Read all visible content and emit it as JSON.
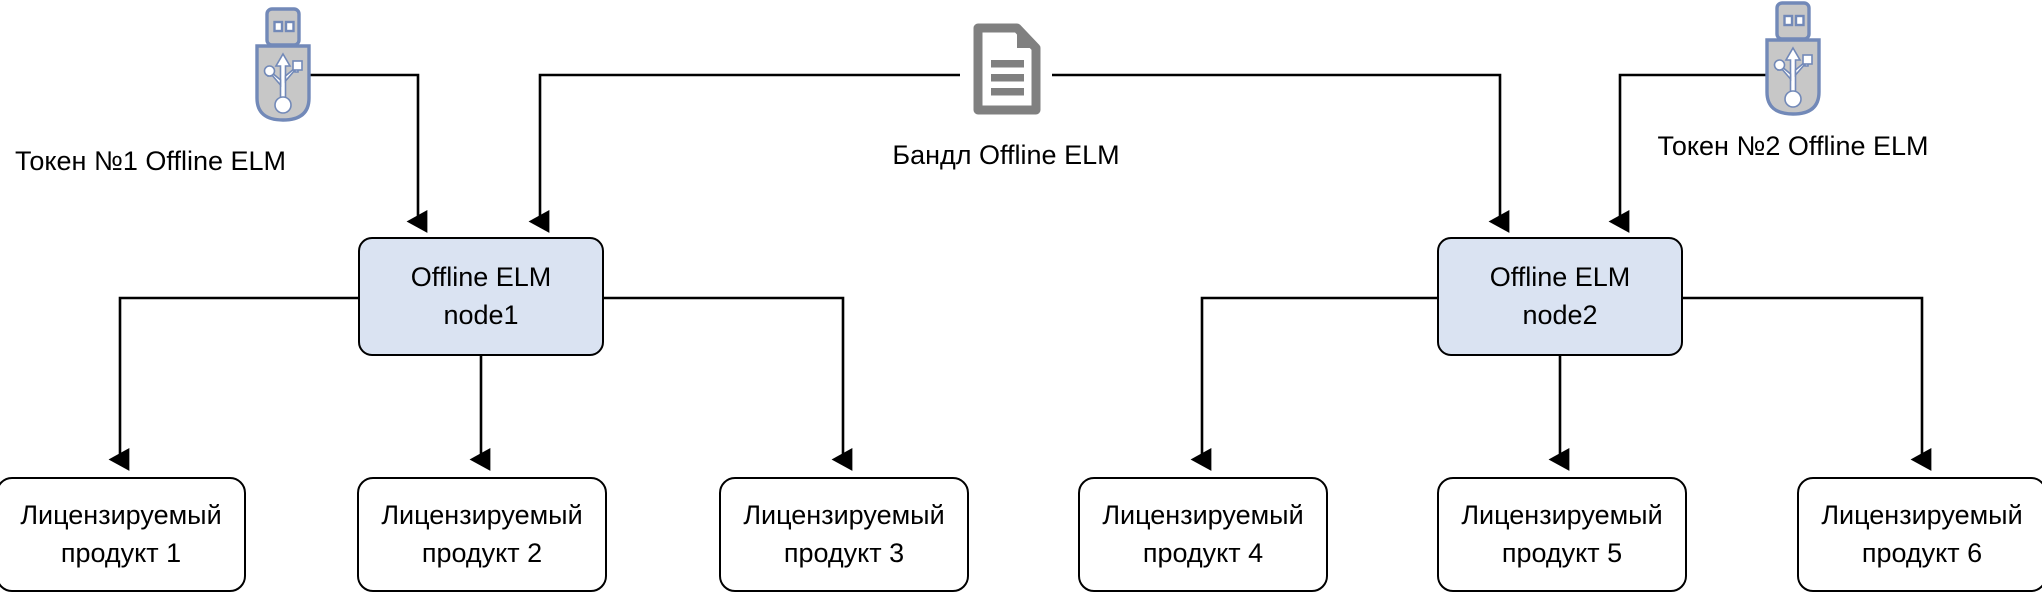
{
  "diagram": {
    "type": "architecture-flow",
    "background_color": "#ffffff",
    "line_color": "#000000",
    "node_fill_color": "#dae3f2",
    "node_border_color": "#000000",
    "product_fill_color": "#ffffff",
    "icon_body_color": "#c7c7c7",
    "icon_border_color": "#7289b8",
    "document_icon_color": "#808080"
  },
  "sources": [
    {
      "id": "token1",
      "icon": "usb-token-icon",
      "label": "Токен  №1 Offline ELM"
    },
    {
      "id": "bundle",
      "icon": "document-icon",
      "label": "Бандл Offline ELM"
    },
    {
      "id": "token2",
      "icon": "usb-token-icon",
      "label": "Токен №2 Offline ELM"
    }
  ],
  "nodes": [
    {
      "id": "node1",
      "label": "Offline ELM\nnode1"
    },
    {
      "id": "node2",
      "label": "Offline ELM\nnode2"
    }
  ],
  "products": [
    {
      "id": "product1",
      "label": "Лицензируемый\nпродукт 1"
    },
    {
      "id": "product2",
      "label": "Лицензируемый\nпродукт 2"
    },
    {
      "id": "product3",
      "label": "Лицензируемый\nпродукт 3"
    },
    {
      "id": "product4",
      "label": "Лицензируемый\nпродукт 4"
    },
    {
      "id": "product5",
      "label": "Лицензируемый\nпродукт 5"
    },
    {
      "id": "product6",
      "label": "Лицензируемый\nпродукт 6"
    }
  ],
  "connections": [
    {
      "from": "token1",
      "to": "node1"
    },
    {
      "from": "bundle",
      "to": "node1"
    },
    {
      "from": "bundle",
      "to": "node2"
    },
    {
      "from": "token2",
      "to": "node2"
    },
    {
      "from": "node1",
      "to": "product1"
    },
    {
      "from": "node1",
      "to": "product2"
    },
    {
      "from": "node1",
      "to": "product3"
    },
    {
      "from": "node2",
      "to": "product4"
    },
    {
      "from": "node2",
      "to": "product5"
    },
    {
      "from": "node2",
      "to": "product6"
    }
  ]
}
